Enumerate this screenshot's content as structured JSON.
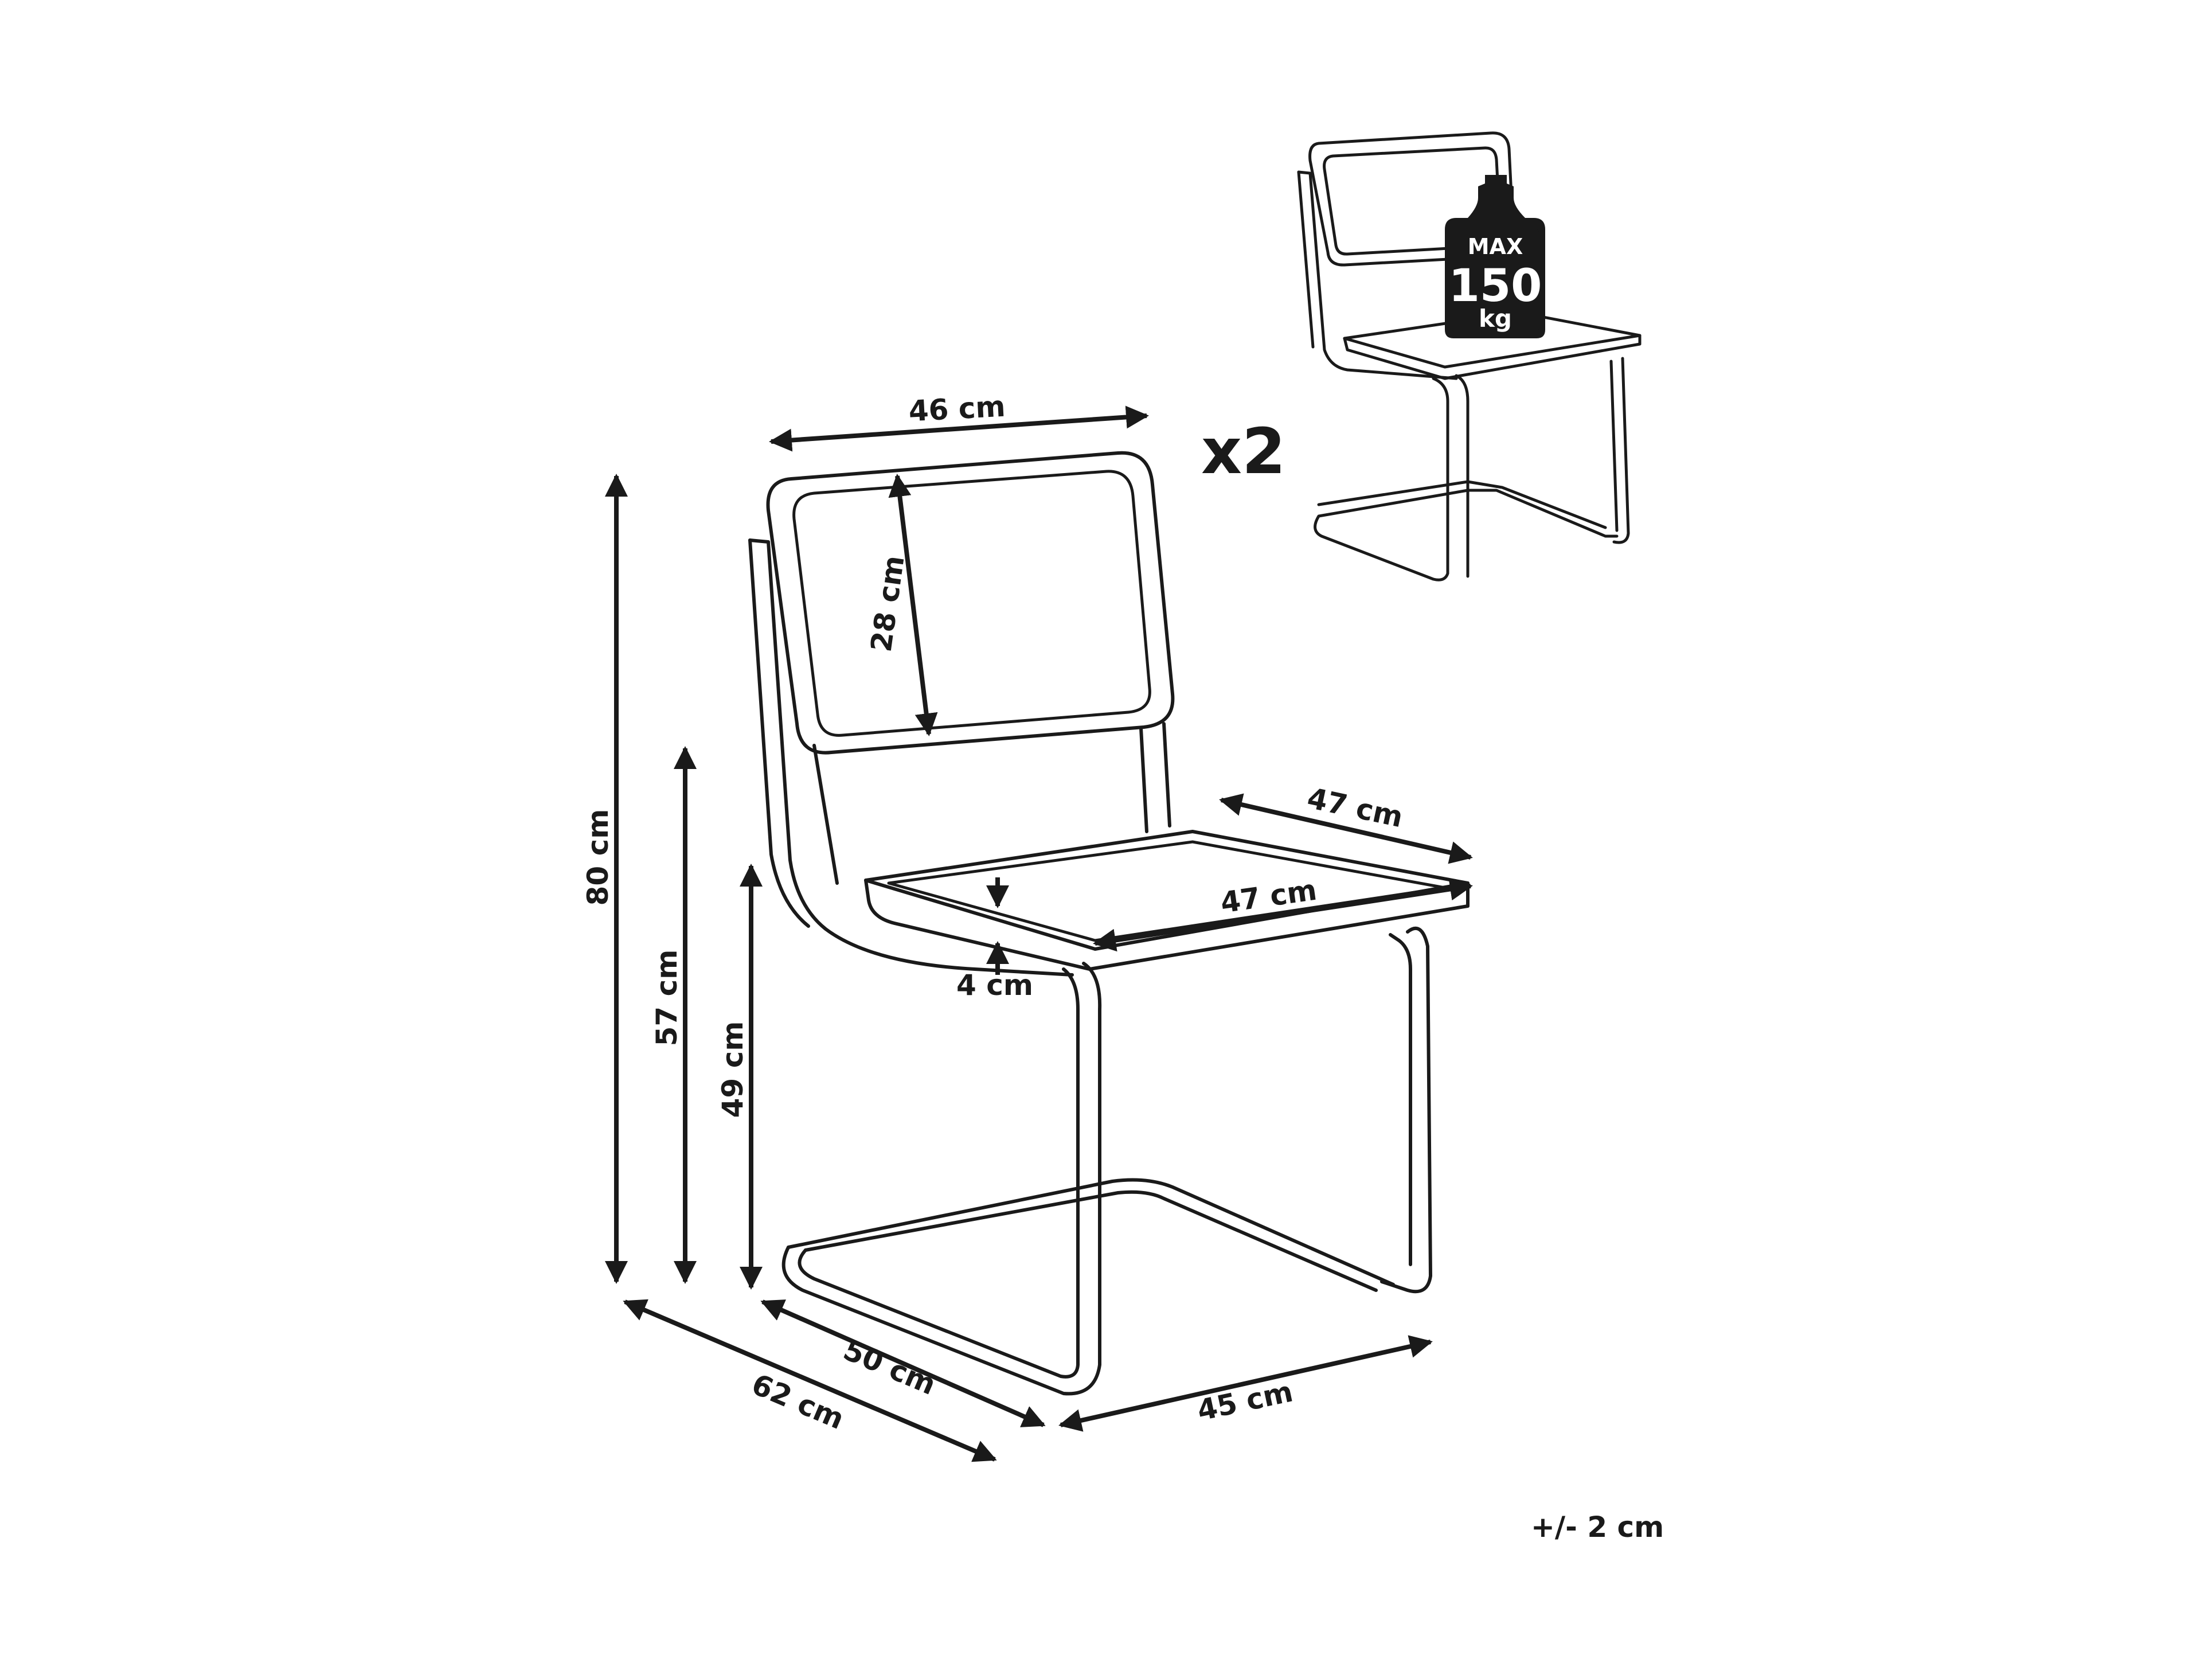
{
  "dimensions": {
    "back_width": "46 cm",
    "backrest_height": "28 cm",
    "seat_depth": "47 cm",
    "seat_width": "47 cm",
    "seat_thickness": "4 cm",
    "total_height": "80 cm",
    "top_of_back_height": "57 cm",
    "seat_height": "49 cm",
    "base_depth_outer": "62 cm",
    "base_depth_inner": "50 cm",
    "base_width": "45 cm"
  },
  "quantity": "x2",
  "load": {
    "max_label": "MAX",
    "value": "150",
    "unit": "kg"
  },
  "tolerance": "+/- 2 cm"
}
